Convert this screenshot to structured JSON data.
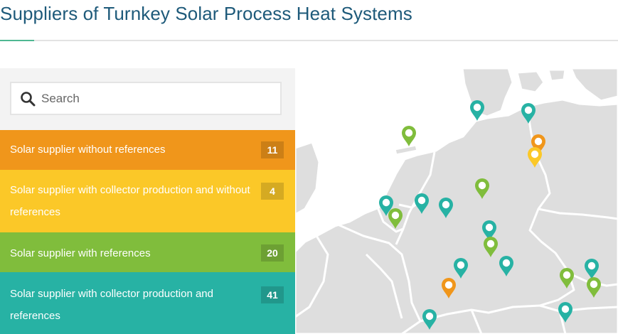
{
  "page": {
    "title": "Suppliers of Turnkey Solar Process Heat Systems"
  },
  "search": {
    "placeholder": "Search",
    "value": "",
    "icon": "search-icon"
  },
  "categories": [
    {
      "label": "Solar supplier without references",
      "count": "11",
      "color": "#f0961b"
    },
    {
      "label": "Solar supplier with collector production and without references",
      "count": "4",
      "color": "#fbc828"
    },
    {
      "label": "Solar supplier with references",
      "count": "20",
      "color": "#80bd3c"
    },
    {
      "label": "Solar supplier with collector production and references",
      "count": "41",
      "color": "#27b2a4"
    }
  ],
  "map": {
    "icon": "map-marker-icon",
    "colors": {
      "land": "#dedede",
      "sea": "#ffffff",
      "border": "#ffffff",
      "accent_title": "#1e5a7a",
      "accent_rule": "#4fb892"
    }
  }
}
